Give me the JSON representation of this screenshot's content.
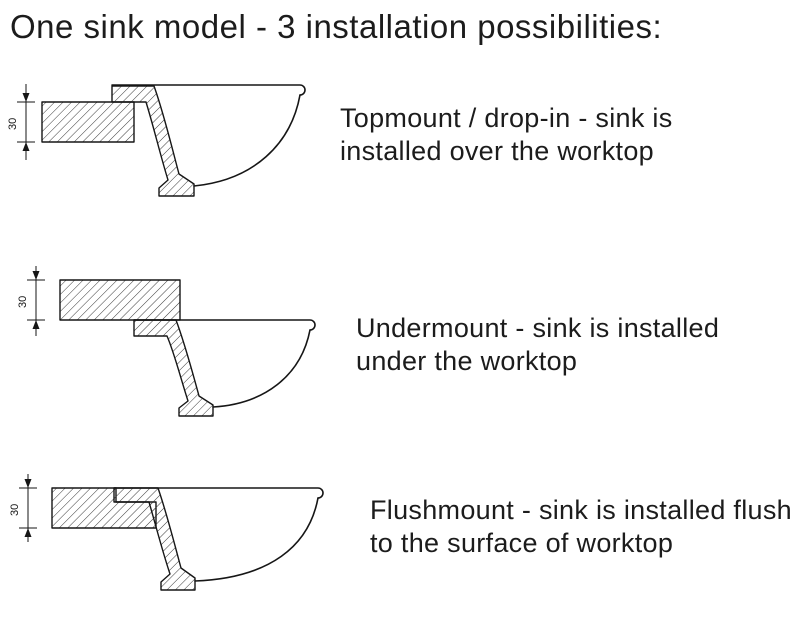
{
  "title": "One sink model - 3 installation possibilities:",
  "dimension_label": "30",
  "items": [
    {
      "id": "topmount",
      "description": "Topmount / drop-in - sink is installed over the worktop"
    },
    {
      "id": "undermount",
      "description": "Undermount - sink is installed under the worktop"
    },
    {
      "id": "flushmount",
      "description": "Flushmount - sink is installed flush to the surface of worktop"
    }
  ],
  "colors": {
    "line": "#161616",
    "background": "#ffffff"
  }
}
